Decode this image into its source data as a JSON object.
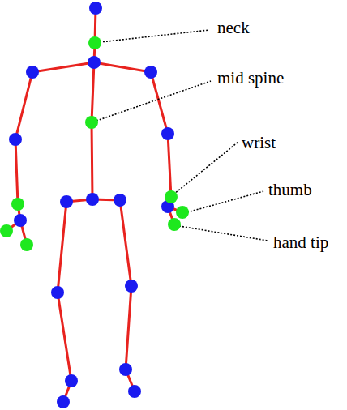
{
  "diagram": {
    "labels": [
      "neck",
      "mid spine",
      "wrist",
      "thumb",
      "hand tip"
    ]
  }
}
